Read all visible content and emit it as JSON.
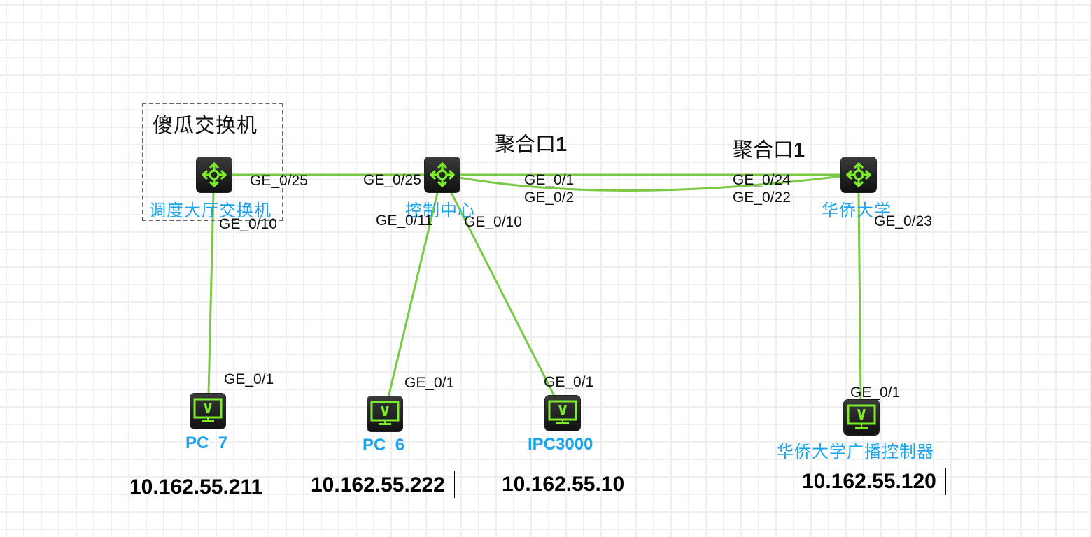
{
  "diagram": {
    "group": {
      "title": "傻瓜交换机"
    },
    "aggregations": [
      {
        "text": "聚合口",
        "number": "1"
      },
      {
        "text": "聚合口",
        "number": "1"
      }
    ],
    "devices": {
      "dispatch_switch": {
        "name": "调度大厅交换机",
        "type": "switch"
      },
      "control_center": {
        "name": "控制中心",
        "type": "switch"
      },
      "huaqiao_univ": {
        "name": "华侨大学",
        "type": "switch"
      },
      "pc7": {
        "name": "PC_7",
        "type": "pc",
        "ip": "10.162.55.211"
      },
      "pc6": {
        "name": "PC_6",
        "type": "pc",
        "ip": "10.162.55.222"
      },
      "ipc3000": {
        "name": "IPC3000",
        "type": "pc",
        "ip": "10.162.55.10"
      },
      "broadcast_ctrl": {
        "name": "华侨大学广播控制器",
        "type": "pc",
        "ip": "10.162.55.120"
      }
    },
    "links": [
      {
        "from": "dispatch_switch",
        "from_port": "GE_0/25",
        "to": "control_center",
        "to_port": "GE_0/25"
      },
      {
        "from": "control_center",
        "from_port": "GE_0/1",
        "to": "huaqiao_univ",
        "to_port": "GE_0/24"
      },
      {
        "from": "control_center",
        "from_port": "GE_0/2",
        "to": "huaqiao_univ",
        "to_port": "GE_0/22"
      },
      {
        "from": "dispatch_switch",
        "from_port": "GE_0/10",
        "to": "pc7",
        "to_port": "GE_0/1"
      },
      {
        "from": "control_center",
        "from_port": "GE_0/11",
        "to": "pc6",
        "to_port": "GE_0/1"
      },
      {
        "from": "control_center",
        "from_port": "GE_0/10",
        "to": "ipc3000",
        "to_port": "GE_0/1"
      },
      {
        "from": "huaqiao_univ",
        "from_port": "GE_0/23",
        "to": "broadcast_ctrl",
        "to_port": "GE_0/1"
      }
    ],
    "colors": {
      "link": "#7ac943",
      "device_label": "#1aa3ef",
      "icon_accent": "#7bed2a",
      "grid": "#efefef"
    }
  }
}
